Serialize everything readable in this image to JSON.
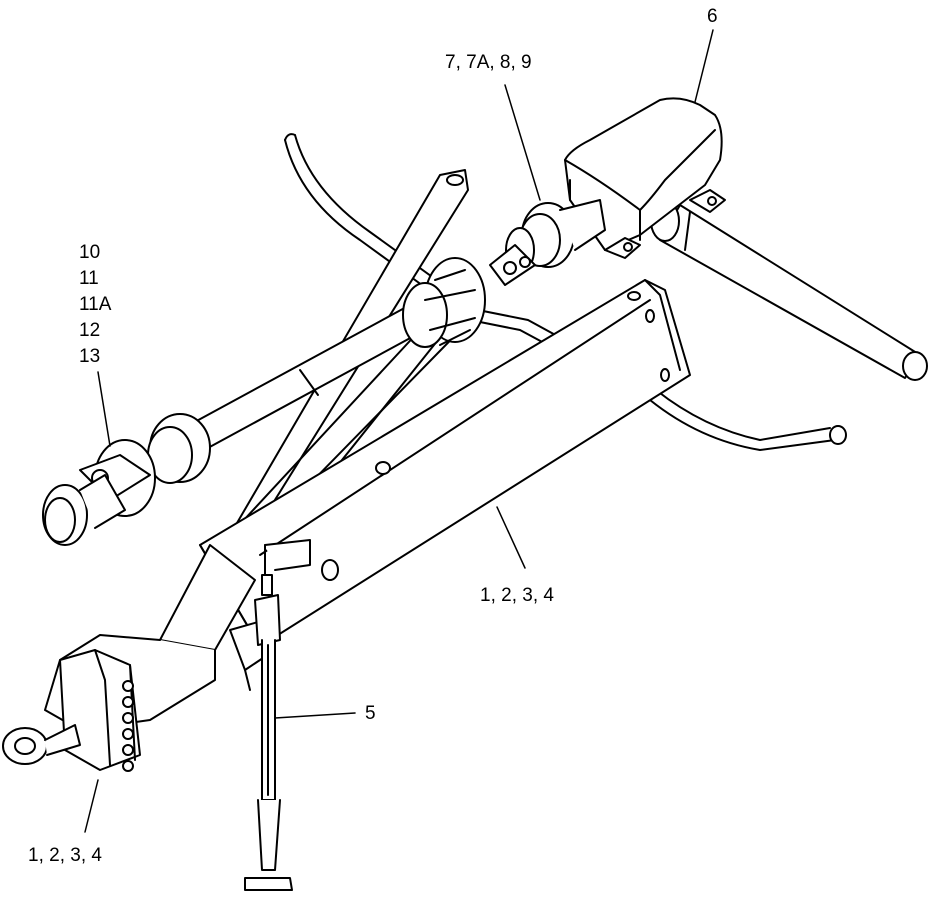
{
  "callouts": {
    "gearbox": "6",
    "coupler_set": "7, 7A, 8, 9",
    "driveline_stack": [
      "10",
      "11",
      "11A",
      "12",
      "13"
    ],
    "frame_right": "1, 2, 3, 4",
    "jack_stand": "5",
    "frame_left": "1, 2, 3, 4"
  },
  "colors": {
    "line": "#000000",
    "fill": "#ffffff"
  }
}
